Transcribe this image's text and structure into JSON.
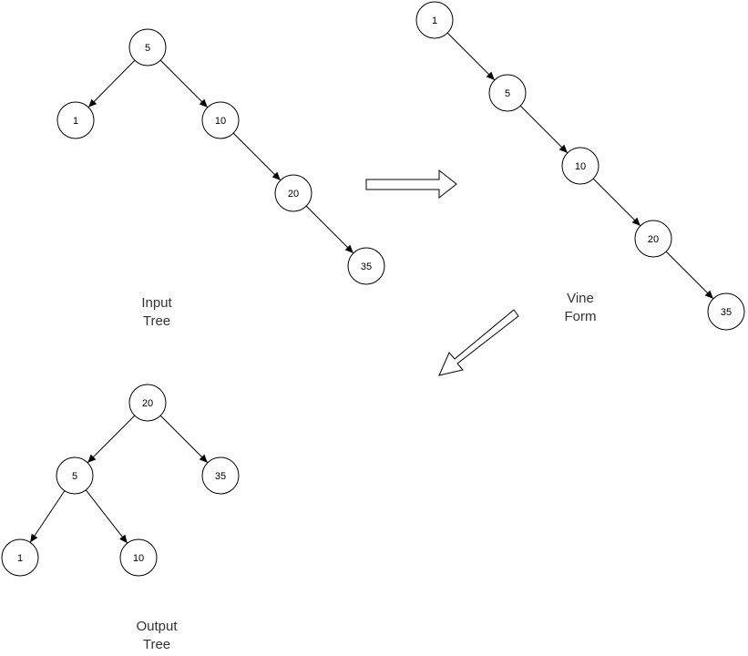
{
  "captions": {
    "input": {
      "line1": "Input",
      "line2": "Tree"
    },
    "vine": {
      "line1": "Vine",
      "line2": "Form"
    },
    "output": {
      "line1": "Output",
      "line2": "Tree"
    }
  },
  "trees": {
    "input": {
      "nodes": [
        {
          "id": "i5",
          "label": "5"
        },
        {
          "id": "i1",
          "label": "1"
        },
        {
          "id": "i10",
          "label": "10"
        },
        {
          "id": "i20",
          "label": "20"
        },
        {
          "id": "i35",
          "label": "35"
        }
      ],
      "edges": [
        [
          "i5",
          "i1"
        ],
        [
          "i5",
          "i10"
        ],
        [
          "i10",
          "i20"
        ],
        [
          "i20",
          "i35"
        ]
      ]
    },
    "vine": {
      "nodes": [
        {
          "id": "v1",
          "label": "1"
        },
        {
          "id": "v5",
          "label": "5"
        },
        {
          "id": "v10",
          "label": "10"
        },
        {
          "id": "v20",
          "label": "20"
        },
        {
          "id": "v35",
          "label": "35"
        }
      ],
      "edges": [
        [
          "v1",
          "v5"
        ],
        [
          "v5",
          "v10"
        ],
        [
          "v10",
          "v20"
        ],
        [
          "v20",
          "v35"
        ]
      ]
    },
    "output": {
      "nodes": [
        {
          "id": "o20",
          "label": "20"
        },
        {
          "id": "o5",
          "label": "5"
        },
        {
          "id": "o35",
          "label": "35"
        },
        {
          "id": "o1",
          "label": "1"
        },
        {
          "id": "o10",
          "label": "10"
        }
      ],
      "edges": [
        [
          "o20",
          "o5"
        ],
        [
          "o20",
          "o35"
        ],
        [
          "o5",
          "o1"
        ],
        [
          "o5",
          "o10"
        ]
      ]
    }
  }
}
